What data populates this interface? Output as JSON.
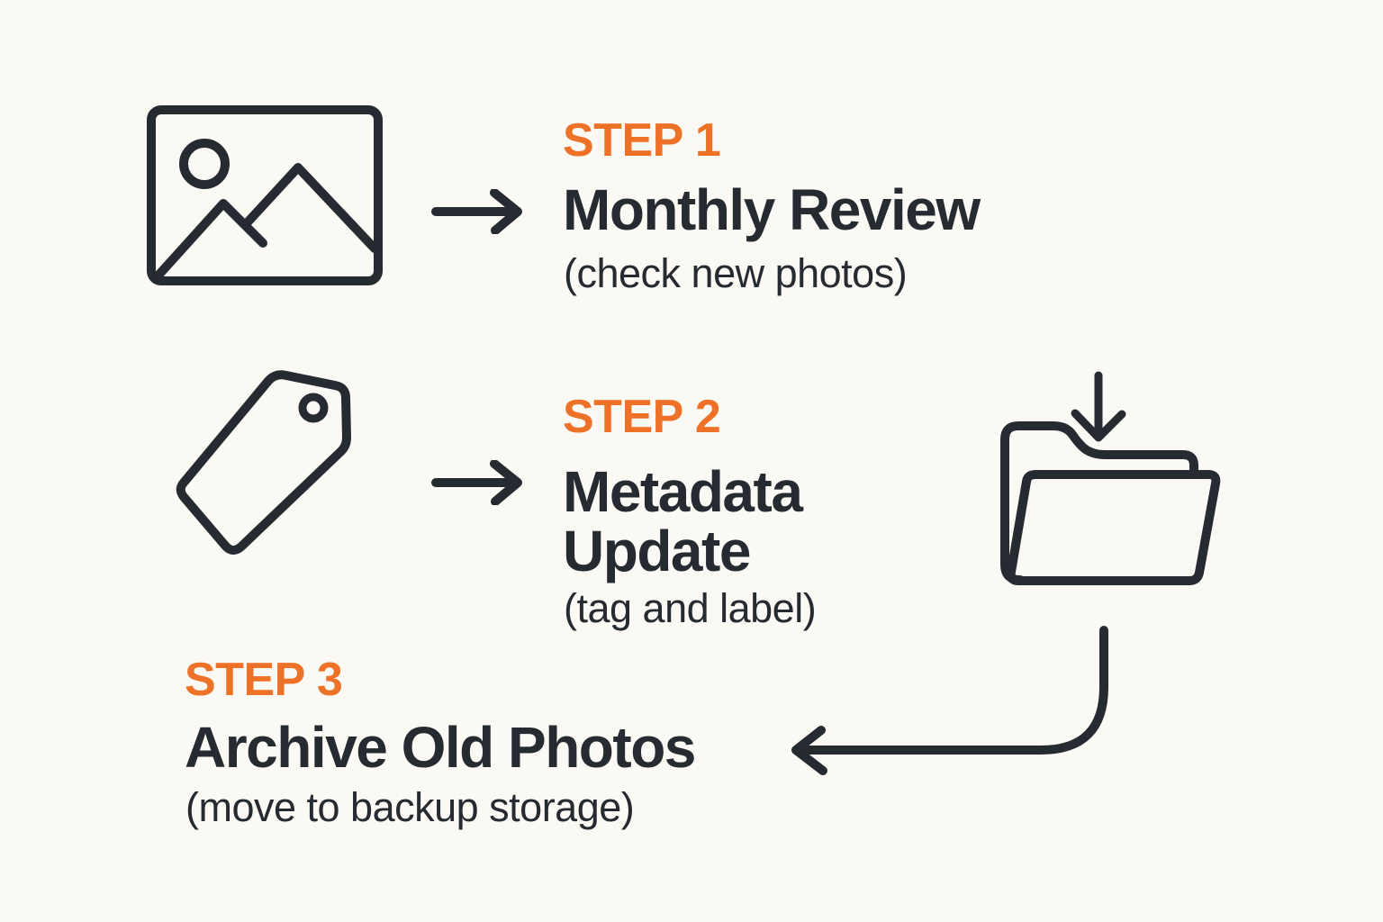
{
  "palette": {
    "background": "#FBF9F4",
    "ink": "#262B31",
    "accent": "#EE7128"
  },
  "steps": [
    {
      "label": "STEP 1",
      "title": "Monthly Review",
      "caption": "(check new photos)",
      "icon": "photo-icon"
    },
    {
      "label": "STEP 2",
      "title": "Metadata Update",
      "caption": "(tag and label)",
      "icon": "tag-icon"
    },
    {
      "label": "STEP 3",
      "title": "Archive Old Photos",
      "caption": "(move to backup storage)",
      "icon": "folder-download-icon"
    }
  ],
  "connectors": [
    {
      "name": "arrow-step1",
      "type": "straight-right"
    },
    {
      "name": "arrow-step2",
      "type": "straight-right"
    },
    {
      "name": "arrow-step3",
      "type": "curved-left"
    }
  ]
}
